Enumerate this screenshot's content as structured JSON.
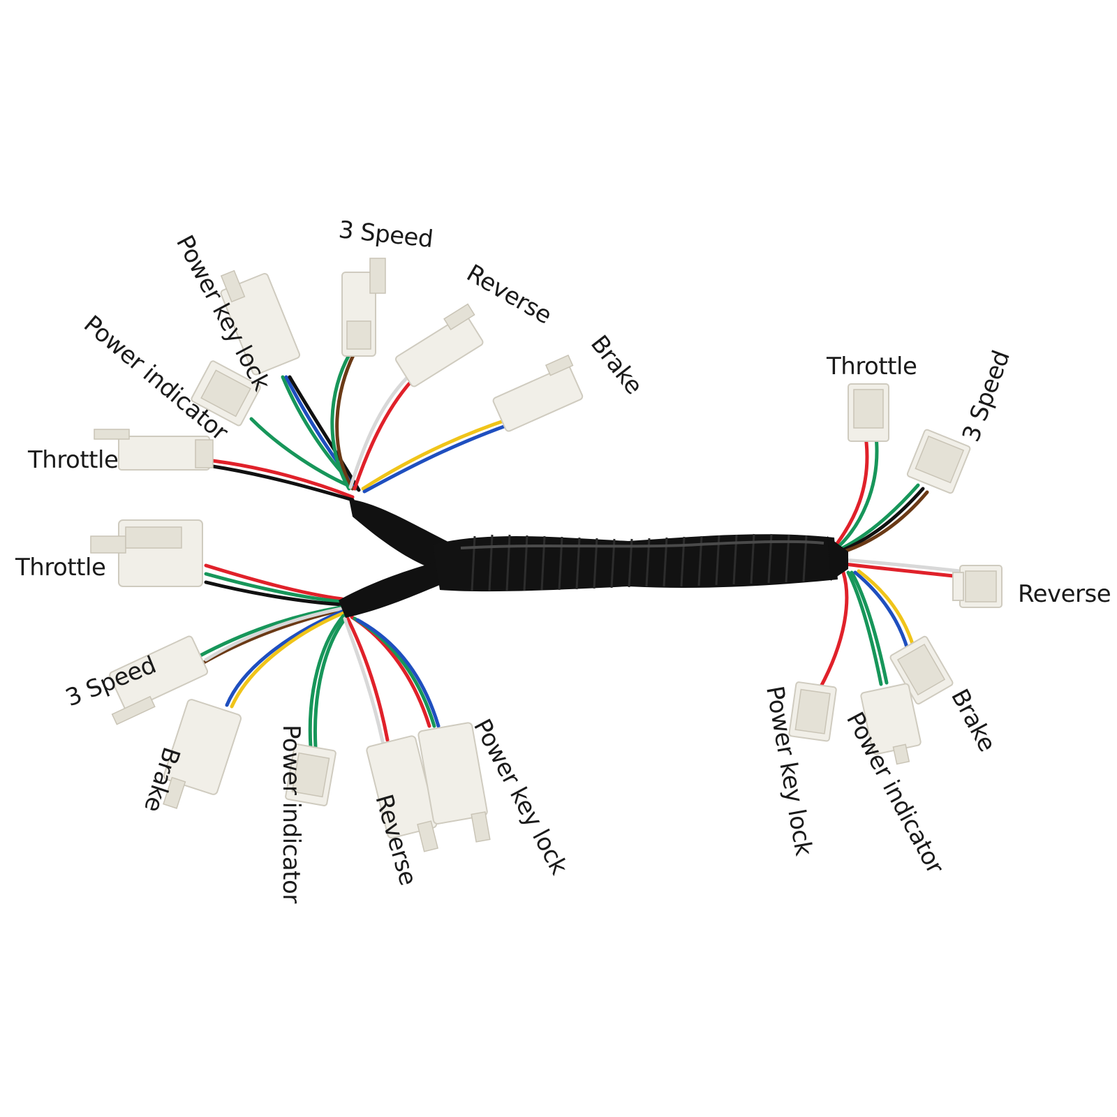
{
  "colors": {
    "background": "#ffffff",
    "sheath": "#111111",
    "connector": "#f1efe8",
    "wire_red": "#e0212a",
    "wire_green": "#17965a",
    "wire_black": "#111111",
    "wire_brown": "#6b3a16",
    "wire_white": "#f4f4f4",
    "wire_blue": "#1f4fbf",
    "wire_yellow": "#f0c419"
  },
  "labels": {
    "upper_left": {
      "power_key_lock": "Power key lock",
      "three_speed": "3 Speed",
      "reverse": "Reverse",
      "brake": "Brake",
      "power_indicator": "Power indicator",
      "throttle": "Throttle"
    },
    "lower_left": {
      "throttle": "Throttle",
      "three_speed": "3 Speed",
      "brake": "Brake",
      "power_indicator": "Power indicator",
      "reverse": "Reverse",
      "power_key_lock": "Power key lock"
    },
    "right": {
      "throttle": "Throttle",
      "three_speed": "3 Speed",
      "reverse": "Reverse",
      "brake": "Brake",
      "power_indicator": "Power indicator",
      "power_key_lock": "Power key lock"
    }
  }
}
